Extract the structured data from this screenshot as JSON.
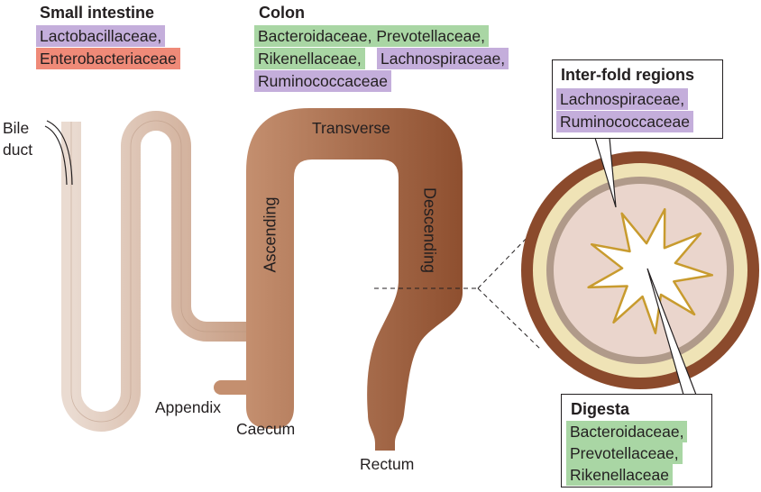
{
  "small_intestine": {
    "heading": "Small intestine",
    "families": [
      "Lactobacillaceae,",
      "Enterobacteriaceae"
    ]
  },
  "colon": {
    "heading": "Colon",
    "lines": [
      "Bacteroidaceae, Prevotellaceae,",
      "Rikenellaceae,",
      "Lachnospiraceae,",
      "Ruminococcaceae"
    ]
  },
  "inter_fold": {
    "heading": "Inter-fold regions",
    "families": [
      "Lachnospiraceae,",
      "Ruminococcaceae"
    ]
  },
  "digesta": {
    "heading": "Digesta",
    "families": [
      "Bacteroidaceae,",
      "Prevotellaceae,",
      "Rikenellaceae"
    ]
  },
  "labels": {
    "bile": "Bile",
    "duct": "duct",
    "transverse": "Transverse",
    "ascending": "Ascending",
    "descending": "Descending",
    "appendix": "Appendix",
    "caecum": "Caecum",
    "rectum": "Rectum"
  },
  "colors": {
    "small_intestine_light": "#eadbd1",
    "small_intestine_dark": "#c79d83",
    "colon_light": "#c48f6f",
    "colon_dark": "#8e4f2f",
    "ring_outer": "#8b4a2c",
    "ring_cream": "#efe3b6",
    "ring_grey": "#b09a8a",
    "ring_pink": "#ead5cc",
    "lumen_outline": "#c89b2e",
    "purple_highlight": "#c4aedb",
    "salmon_highlight": "#ef8a78",
    "green_highlight": "#a9d6a4"
  }
}
